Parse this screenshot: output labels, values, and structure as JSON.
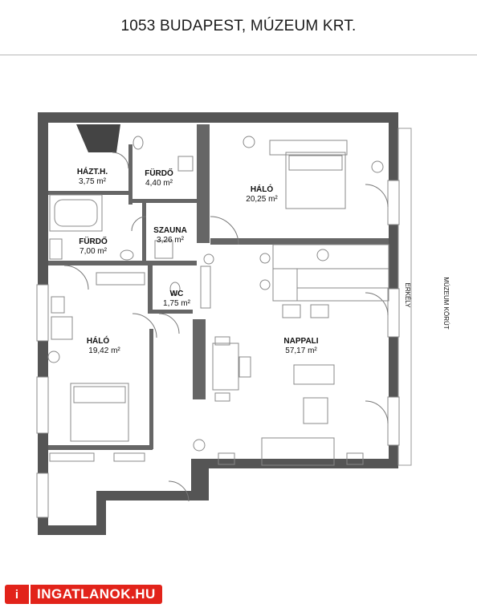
{
  "header": {
    "title": "1053 BUDAPEST, MÚZEUM KRT."
  },
  "rooms": [
    {
      "key": "hazt",
      "name": "HÁZT.H.",
      "area": "3,75 m²"
    },
    {
      "key": "furdo_top",
      "name": "FÜRDŐ",
      "area": "4,40 m²"
    },
    {
      "key": "halo_top",
      "name": "HÁLÓ",
      "area": "20,25 m²"
    },
    {
      "key": "szauna",
      "name": "SZAUNA",
      "area": "3,26 m²"
    },
    {
      "key": "furdo_mid",
      "name": "FÜRDŐ",
      "area": "7,00 m²"
    },
    {
      "key": "wc",
      "name": "WC",
      "area": "1,75 m²"
    },
    {
      "key": "halo_left",
      "name": "HÁLÓ",
      "area": "19,42 m²"
    },
    {
      "key": "nappali",
      "name": "NAPPALI",
      "area": "57,17 m²"
    }
  ],
  "side_labels": {
    "erkely": "ERKÉLY",
    "street": "MÚZEUM KÖRÚT"
  },
  "brand": {
    "mark": "i",
    "text": "INGATLANOK.HU"
  },
  "colors": {
    "wall": "#555555",
    "furniture": "#888888",
    "brand": "#e2231a"
  }
}
